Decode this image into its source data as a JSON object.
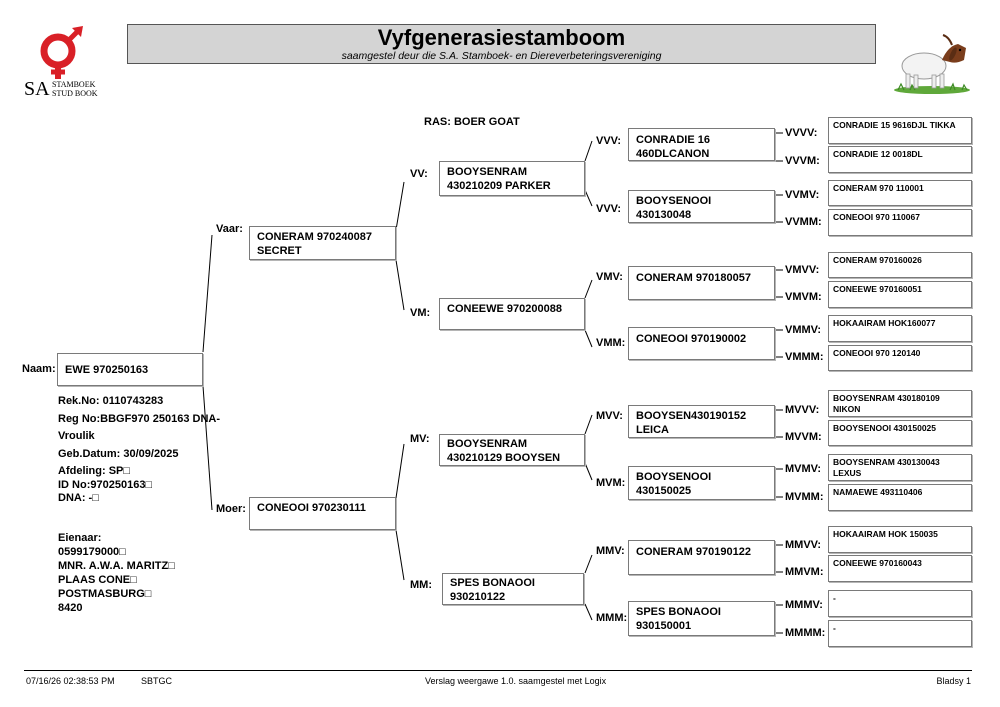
{
  "logo": {
    "sa": "SA",
    "line1": "STAMBOEK",
    "line2": "STUD BOOK"
  },
  "header": {
    "title": "Vyfgenerasiestamboom",
    "subtitle": "saamgestel deur die S.A. Stamboek- en Diereverbeteringsvereniging"
  },
  "breed": "RAS: BOER GOAT",
  "labels": {
    "naam": "Naam:",
    "vaar": "Vaar:",
    "moer": "Moer:",
    "vv": "VV:",
    "vm": "VM:",
    "mv": "MV:",
    "mm": "MM:",
    "vvv": "VVV:",
    "vvm": "VVV:",
    "vmv": "VMV:",
    "vmm": "VMM:",
    "mvv": "MVV:",
    "mvm": "MVM:",
    "mmv": "MMV:",
    "mmm": "MMM:",
    "vvvv": "VVVV:",
    "vvvm": "VVVM:",
    "vvmv": "VVMV:",
    "vvmm": "VVMM:",
    "vmvv": "VMVV:",
    "vmvm": "VMVM:",
    "vmmv": "VMMV:",
    "vmmm": "VMMM:",
    "mvvv": "MVVV:",
    "mvvm": "MVVM:",
    "mvmv": "MVMV:",
    "mvmm": "MVMM:",
    "mmvv": "MMVV:",
    "mmvm": "MMVM:",
    "mmmv": "MMMV:",
    "mmmm": "MMMM:"
  },
  "animal": {
    "name": "EWE 970250163",
    "rek_no": "Rek.No: 0110743283",
    "reg_no": "Reg No:BBGF970 250163 DNA-",
    "sex": "Vroulik",
    "birth": "Geb.Datum: 30/09/2025",
    "division": "Afdeling: SP□",
    "id_no": "ID No:970250163□",
    "dna": "DNA: -□"
  },
  "owner": {
    "label": "Eienaar:",
    "line1": "0599179000□",
    "line2": "MNR. A.W.A. MARITZ□",
    "line3": "PLAAS CONE□",
    "line4": "POSTMASBURG□",
    "line5": "8420"
  },
  "pedigree": {
    "vaar": "CONERAM 970240087 SECRET",
    "moer": "CONEOOI 970230111",
    "vv": "BOOYSENRAM 430210209 PARKER",
    "vm": "CONEEWE 970200088",
    "mv": "BOOYSENRAM 430210129 BOOYSEN",
    "mm": "SPES BONAOOI 930210122",
    "vvv": "CONRADIE 16 460DLCANON",
    "vvm": "BOOYSENOOI 430130048",
    "vmv": "CONERAM 970180057",
    "vmm": "CONEOOI 970190002",
    "mvv": "BOOYSEN430190152 LEICA",
    "mvm": "BOOYSENOOI 430150025",
    "mmv": "CONERAM 970190122",
    "mmm": "SPES BONAOOI 930150001",
    "vvvv": "CONRADIE 15 9616DJL TIKKA",
    "vvvm": "CONRADIE 12 0018DL",
    "vvmv": "CONERAM 970 110001",
    "vvmm": "CONEOOI 970 110067",
    "vmvv": "CONERAM 970160026",
    "vmvm": "CONEEWE 970160051",
    "vmmv": "HOKAAIRAM HOK160077",
    "vmmm": "CONEOOI 970 120140",
    "mvvv": "BOOYSENRAM 430180109 NIKON",
    "mvvm": "BOOYSENOOI 430150025",
    "mvmv": "BOOYSENRAM 430130043 LEXUS",
    "mvmm": "NAMAEWE 493110406",
    "mmvv": "HOKAAIRAM HOK 150035",
    "mmvm": "CONEEWE 970160043",
    "mmmv": "-",
    "mmmm": "-"
  },
  "footer": {
    "datetime": "07/16/26 02:38:53 PM",
    "code": "SBTGC",
    "version": "Verslag weergawe 1.0. saamgestel met Logix",
    "page": "Bladsy 1"
  },
  "colors": {
    "logo_red": "#d92027",
    "header_bg": "#d4d4d4",
    "grass": "#5fa83a"
  }
}
